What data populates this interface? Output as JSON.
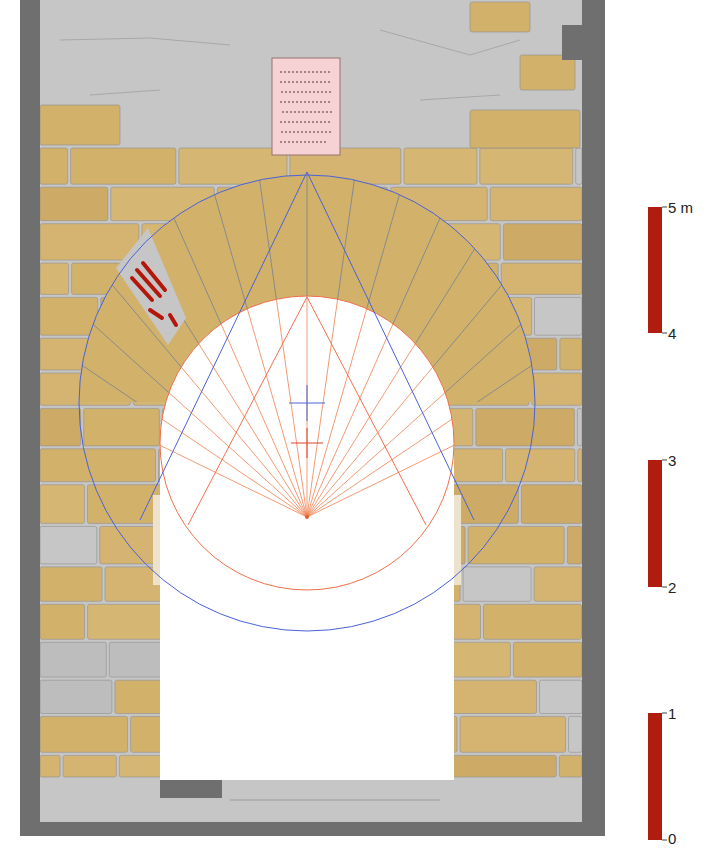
{
  "diagram": {
    "labels": [
      "5 m",
      "4",
      "3",
      "2",
      "1",
      "0"
    ]
  }
}
